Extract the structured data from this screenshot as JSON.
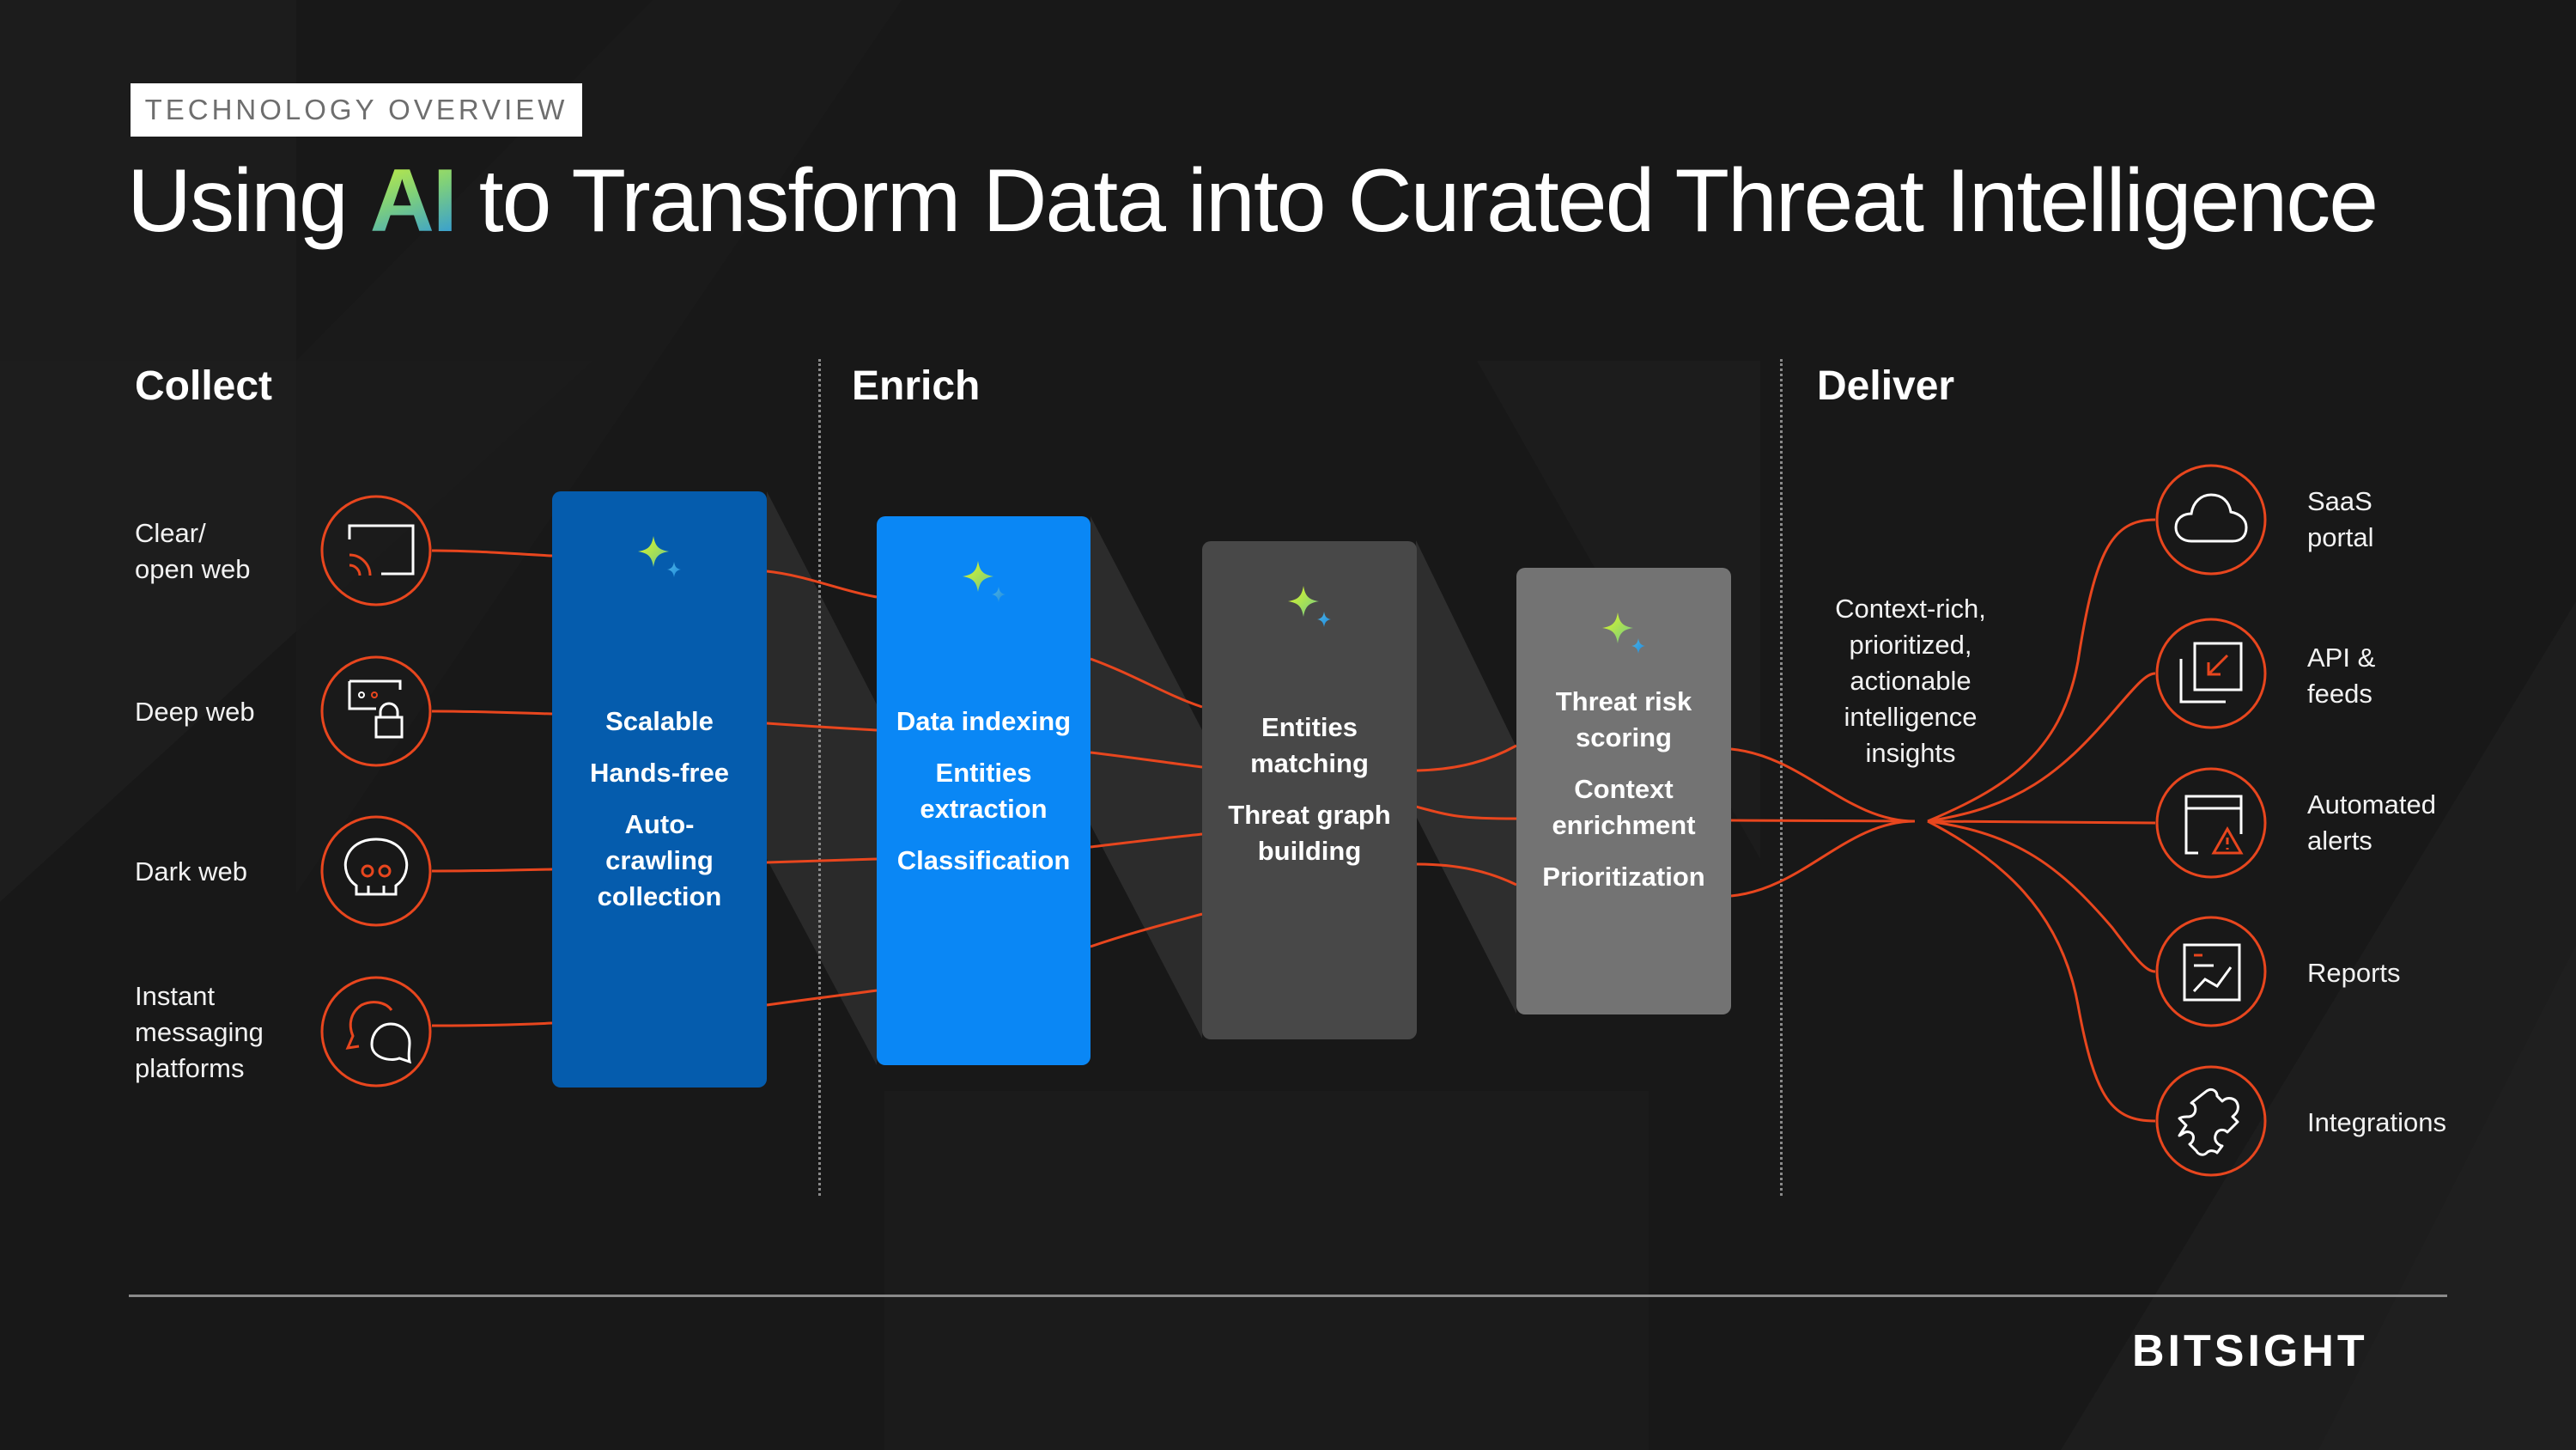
{
  "header": {
    "badge": "TECHNOLOGY OVERVIEW",
    "title_prefix": "Using ",
    "title_highlight": "AI",
    "title_suffix": " to Transform Data into Curated Threat Intelligence"
  },
  "sections": {
    "collect": "Collect",
    "enrich": "Enrich",
    "deliver": "Deliver"
  },
  "collect": {
    "sources": [
      {
        "label_line1": "Clear/",
        "label_line2": "open web",
        "label_line3": "",
        "icon": "cast-screen-icon"
      },
      {
        "label_line1": "Deep web",
        "label_line2": "",
        "label_line3": "",
        "icon": "locked-window-icon"
      },
      {
        "label_line1": "Dark web",
        "label_line2": "",
        "label_line3": "",
        "icon": "skull-icon"
      },
      {
        "label_line1": "Instant",
        "label_line2": "messaging",
        "label_line3": "platforms",
        "icon": "chat-bubbles-icon"
      }
    ]
  },
  "stages": [
    {
      "color": "#055CAD",
      "items": [
        "Scalable",
        "Hands-free",
        "Auto-crawling collection"
      ]
    },
    {
      "color": "#0A87F5",
      "items": [
        "Data indexing",
        "Entities extraction",
        "Classification"
      ]
    },
    {
      "color": "#484848",
      "items": [
        "Entities matching",
        "Threat graph building"
      ]
    },
    {
      "color": "#737373",
      "items": [
        "Threat risk scoring",
        "Context enrichment",
        "Prioritization"
      ]
    }
  ],
  "deliver": {
    "summary": [
      "Context-rich,",
      "prioritized,",
      "actionable",
      "intelligence",
      "insights"
    ],
    "outputs": [
      {
        "label_line1": "SaaS",
        "label_line2": "portal",
        "icon": "cloud-icon"
      },
      {
        "label_line1": "API &",
        "label_line2": "feeds",
        "icon": "api-feed-icon"
      },
      {
        "label_line1": "Automated",
        "label_line2": "alerts",
        "icon": "alert-window-icon"
      },
      {
        "label_line1": "Reports",
        "label_line2": "",
        "icon": "report-chart-icon"
      },
      {
        "label_line1": "Integrations",
        "label_line2": "",
        "icon": "puzzle-icon"
      }
    ]
  },
  "footer": {
    "logo": "BITSIGHT"
  },
  "colors": {
    "background": "#181818",
    "accent_orange": "#E8461E",
    "stage1": "#055CAD",
    "stage2": "#0A87F5",
    "stage3": "#484848",
    "stage4": "#737373"
  }
}
